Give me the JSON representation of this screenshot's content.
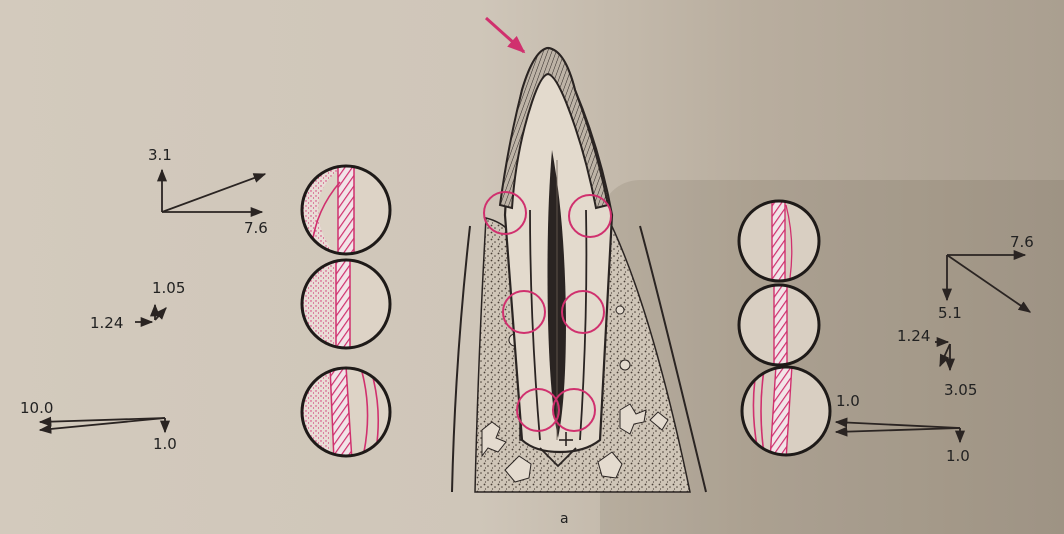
{
  "figure": {
    "caption": "a",
    "left_vectors": [
      {
        "labels": [
          "3.1",
          "7.6"
        ]
      },
      {
        "labels": [
          "1.05",
          "1.24"
        ]
      },
      {
        "labels": [
          "10.0",
          "1.0"
        ]
      }
    ],
    "right_vectors": [
      {
        "labels": [
          "7.6",
          "5.1"
        ]
      },
      {
        "labels": [
          "1.24",
          "3.05"
        ]
      },
      {
        "labels": [
          "1.0",
          "1.0"
        ]
      }
    ],
    "colors": {
      "accent": "#d0306e",
      "ink": "#2a2422",
      "paper": "#d1c8bb",
      "stipple": "#4a4038"
    }
  }
}
